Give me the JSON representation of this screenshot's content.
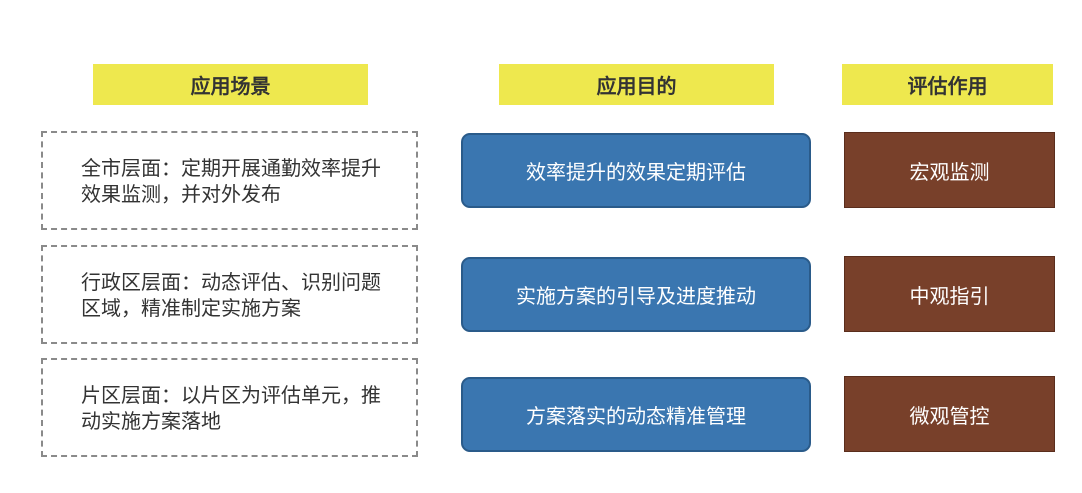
{
  "headers": {
    "scenario": "应用场景",
    "purpose": "应用目的",
    "effect": "评估作用"
  },
  "rows": [
    {
      "scenario": "全市层面：定期开展通勤效率提升效果监测，并对外发布",
      "purpose": "效率提升的效果定期评估",
      "effect": "宏观监测"
    },
    {
      "scenario": "行政区层面：动态评估、识别问题区域，精准制定实施方案",
      "purpose": "实施方案的引导及进度推动",
      "effect": "中观指引"
    },
    {
      "scenario": "片区层面：以片区为评估单元，推动实施方案落地",
      "purpose": "方案落实的动态精准管理",
      "effect": "微观管控"
    }
  ],
  "colors": {
    "header_bg": "#eee84e",
    "purpose_bg": "#3a76b0",
    "effect_bg": "#78402a",
    "scenario_border": "#8a8a8a"
  }
}
